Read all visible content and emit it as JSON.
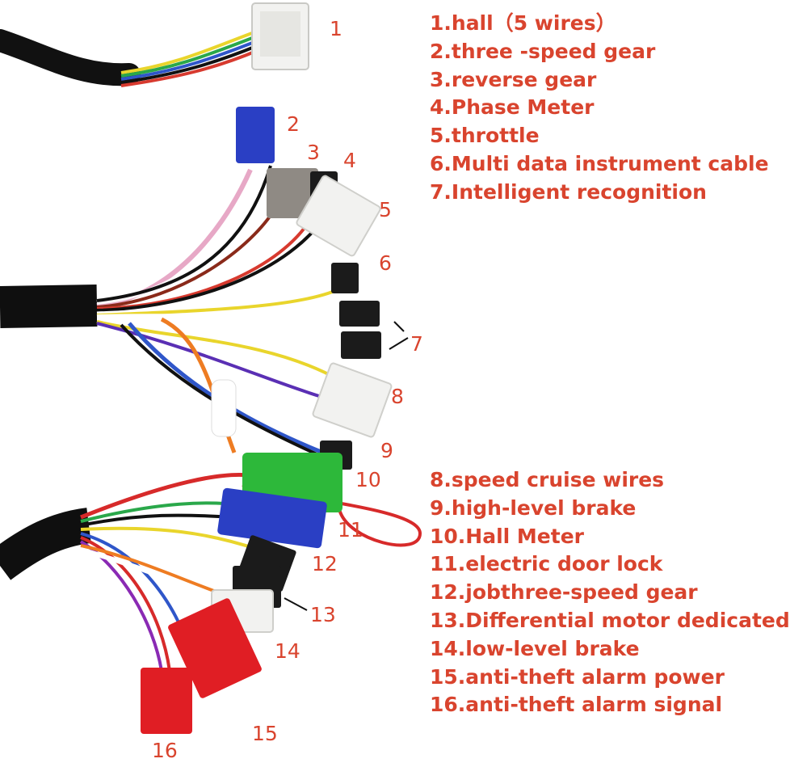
{
  "colors": {
    "label": "#d9442e",
    "sheath": "#111111",
    "connector_white": "#f2f2f0",
    "connector_blue": "#2a3fc4",
    "connector_green": "#2db83a",
    "connector_red": "#e01e24",
    "connector_gray": "#8f8a84",
    "connector_black": "#1b1b1b"
  },
  "legend_top": [
    "1.hall（5 wires）",
    "2.three -speed gear",
    "3.reverse gear",
    "4.Phase Meter",
    "5.throttle",
    "6.Multi data instrument cable",
    "7.Intelligent recognition"
  ],
  "legend_bottom": [
    "8.speed cruise wires",
    "9.high-level brake",
    "10.Hall Meter",
    "11.electric door lock",
    "12.jobthree-speed gear",
    "13.Differential motor dedicated",
    "14.low-level brake",
    "15.anti-theft alarm power",
    "16.anti-theft alarm signal"
  ],
  "callouts": [
    "1",
    "2",
    "3",
    "4",
    "5",
    "6",
    "7",
    "8",
    "9",
    "10",
    "11",
    "12",
    "13",
    "14",
    "15",
    "16"
  ],
  "icons": {
    "top_harness": "wire-harness-icon",
    "middle_harness": "wire-harness-icon",
    "bottom_harness": "wire-harness-icon"
  }
}
